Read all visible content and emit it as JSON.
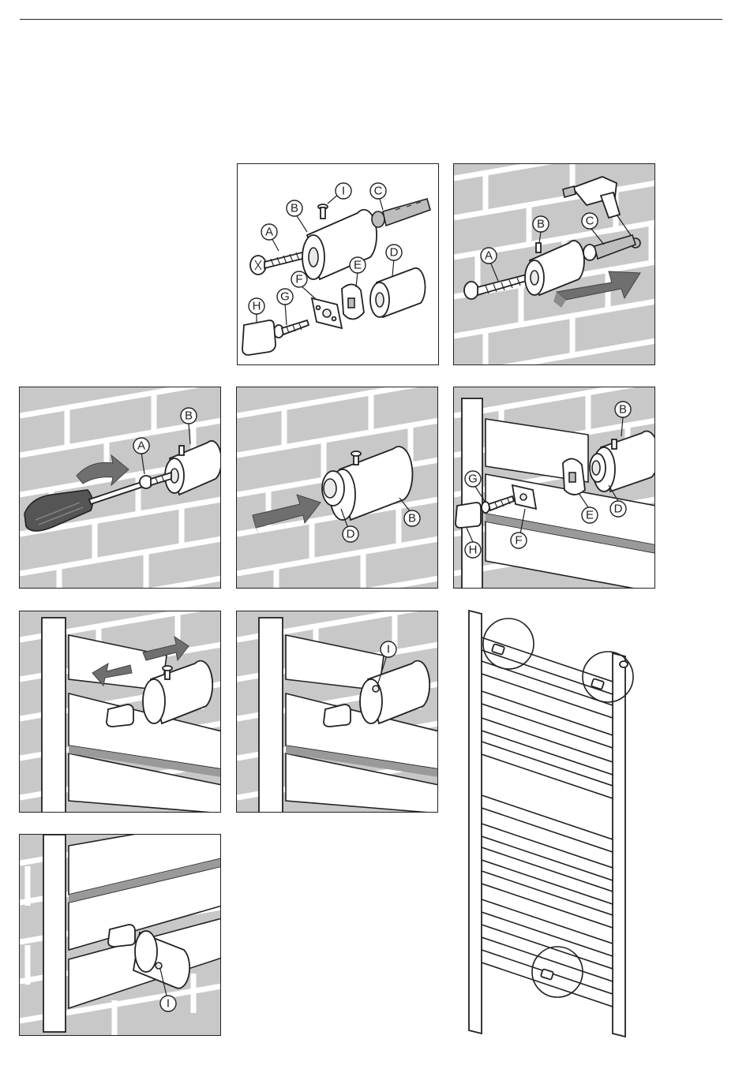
{
  "labels": {
    "a": "A",
    "b": "B",
    "c": "C",
    "d": "D",
    "e": "E",
    "f": "F",
    "g": "G",
    "h": "H",
    "i": "I"
  },
  "colors": {
    "wall": "#c8c8c8",
    "mortar": "#ffffff",
    "arrow": "#6f6f6f",
    "line": "#222222"
  },
  "icons": {
    "drill": "drill-icon",
    "screwdriver": "screwdriver-icon",
    "arrow": "arrow-icon"
  }
}
